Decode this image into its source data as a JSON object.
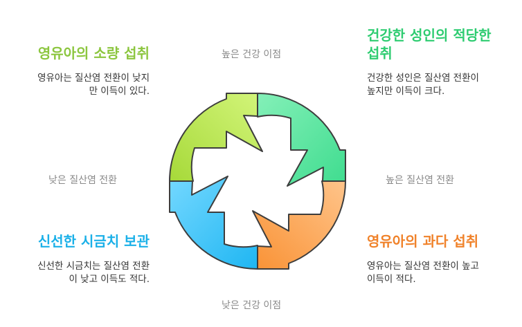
{
  "axis_labels": {
    "top": "높은 건강 이점",
    "bottom": "낮은 건강 이점",
    "left": "낮은 질산염 전환",
    "right": "높은 질산염 전환"
  },
  "quadrants": {
    "top_left": {
      "title": "영유아의 소량 섭취",
      "desc_line1": "영유아는 질산염 전환이 낮지",
      "desc_line2": "만 이득이 있다.",
      "color": "#8cc63f"
    },
    "top_right": {
      "title_line1": "건강한 성인의 적당한",
      "title_line2": "섭취",
      "desc_line1": "건강한 성인은 질산염 전환이",
      "desc_line2": "높지만 이득이 크다.",
      "color": "#2ecc71"
    },
    "bottom_left": {
      "title": "신선한 시금치 보관",
      "desc_line1": "신선한 시금치는 질산염 전환",
      "desc_line2": "이 낮고 이득도 적다.",
      "color": "#1ab0e8"
    },
    "bottom_right": {
      "title": "영유아의 과다 섭취",
      "desc_line1": "영유아는 질산염 전환이 높고",
      "desc_line2": "이득이 적다.",
      "color": "#f0822a"
    }
  }
}
